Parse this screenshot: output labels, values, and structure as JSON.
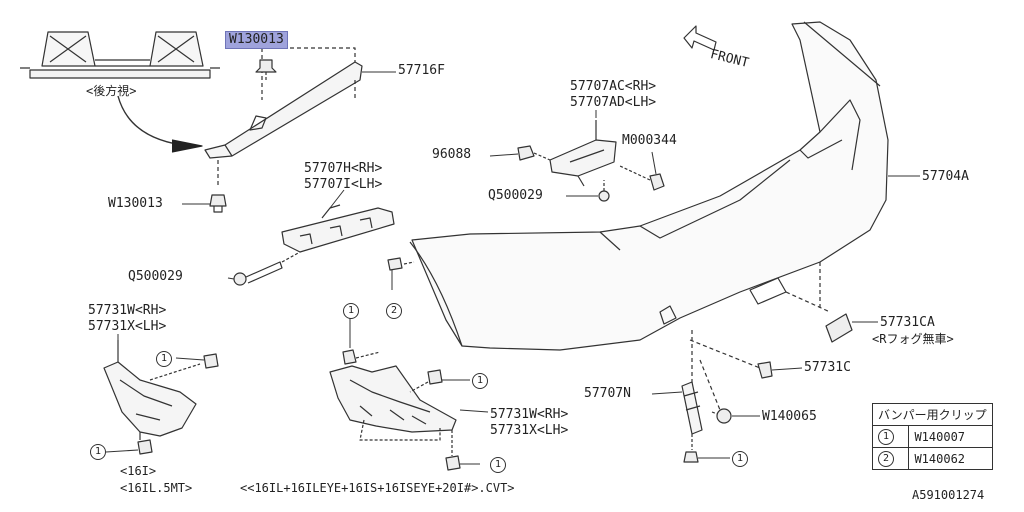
{
  "labels": {
    "w130013_top": "W130013",
    "rear_view": "<後方視>",
    "p57716f": "57716F",
    "w130013_bottom": "W130013",
    "front": "FRONT",
    "p57707ac": "57707AC<RH>",
    "p57707ad": "57707AD<LH>",
    "m000344": "M000344",
    "p96088": "96088",
    "q500029_mid": "Q500029",
    "p57707h": "57707H<RH>",
    "p57707i": "57707I<LH>",
    "p57704a": "57704A",
    "q500029_left": "Q500029",
    "p57731w_top": "57731W<RH>",
    "p57731x_top": "57731X<LH>",
    "p57731ca": "57731CA",
    "r_fog": "<Rフォグ無車>",
    "p57731c": "57731C",
    "p57707n": "57707N",
    "w140065": "W140065",
    "p57731w_bottom": "57731W<RH>",
    "p57731x_bottom": "57731X<LH>",
    "note_16i": "<16I>",
    "note_16il": "<16IL.5MT>",
    "note_cvt": "<<16IL+16ILEYE+16IS+16ISEYE+20I#>.CVT>",
    "code": "A591001274"
  },
  "callouts": {
    "one": "1",
    "two": "2"
  },
  "legend": {
    "title": "バンパー用クリップ",
    "rows": [
      {
        "mark": "1",
        "part": "W140007"
      },
      {
        "mark": "2",
        "part": "W140062"
      }
    ]
  }
}
